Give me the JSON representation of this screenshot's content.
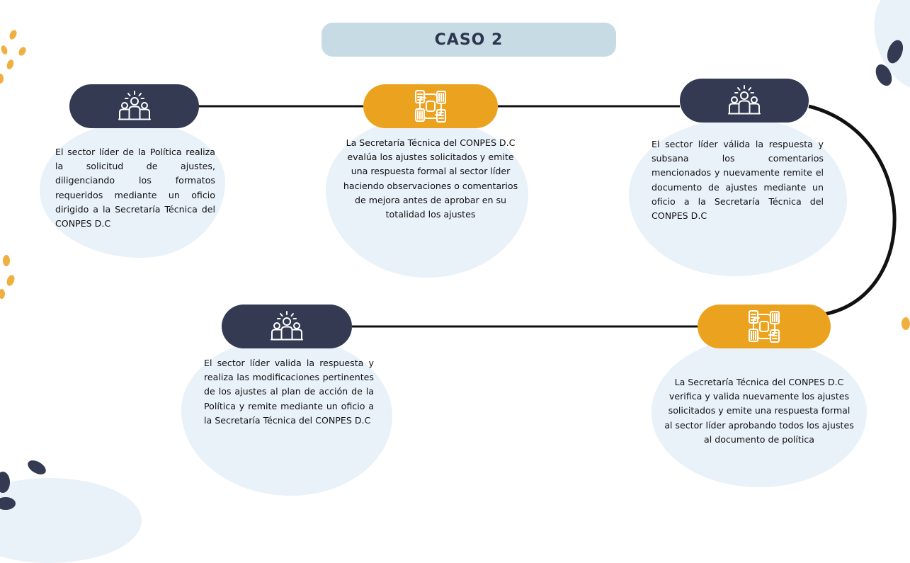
{
  "title": "CASO 2",
  "colors": {
    "navy": "#333a52",
    "gold": "#eba31f",
    "title_bg": "#c7dbe5",
    "blob": "#e9f1f9",
    "connector": "#111111"
  },
  "steps": [
    {
      "icon": "team-icon",
      "pill_color": "navy",
      "text": "El sector líder de la Política realiza la solicitud de ajustes, diligenciando los formatos requeridos mediante un oficio dirigido a la Secretaría Técnica del CONPES D.C"
    },
    {
      "icon": "joined-hands-icon",
      "pill_color": "gold",
      "text": "La Secretaría Técnica del CONPES D.C evalúa los ajustes solicitados y emite una respuesta formal al sector líder haciendo observaciones o comentarios de mejora antes de aprobar en su totalidad los ajustes"
    },
    {
      "icon": "team-icon",
      "pill_color": "navy",
      "text": "El sector líder válida la respuesta y subsana los comentarios mencionados y nuevamente remite el documento de ajustes mediante un oficio a la Secretaría Técnica del CONPES D.C"
    },
    {
      "icon": "joined-hands-icon",
      "pill_color": "gold",
      "text": "La Secretaría Técnica del CONPES D.C verifica y valida nuevamente los ajustes solicitados y emite una respuesta formal al sector líder aprobando todos los ajustes al documento de política"
    },
    {
      "icon": "team-icon",
      "pill_color": "navy",
      "text": "El sector líder valida la respuesta y realiza las modificaciones pertinentes de los ajustes al plan de acción de la Política y remite mediante un oficio a la Secretaría Técnica del CONPES D.C"
    }
  ]
}
